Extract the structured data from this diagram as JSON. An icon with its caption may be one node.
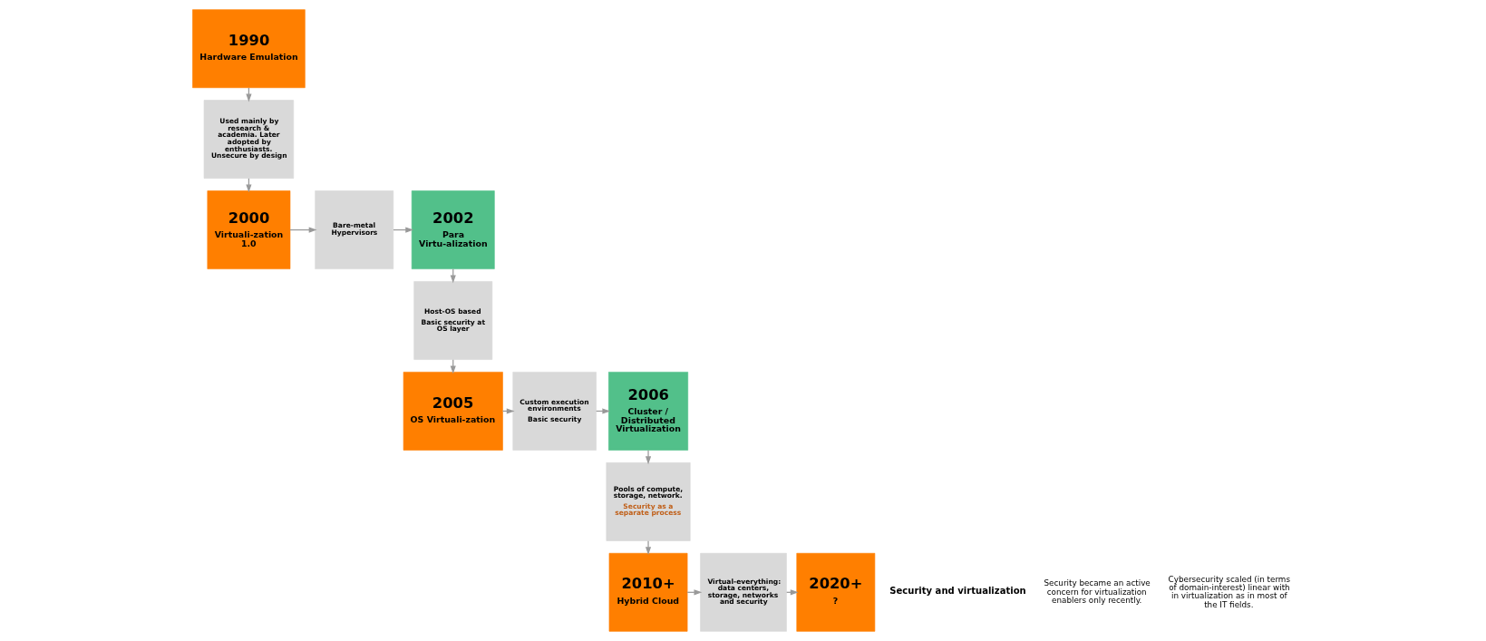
{
  "diagram": {
    "nodes": [
      {
        "text": [
          "1990",
          "Hardware Emulation"
        ]
      },
      {
        "text": [
          "Used mainly by research & academia. Later adopted by enthusiasts. Unsecure by design"
        ]
      },
      {
        "text": [
          "2000",
          "Virtuali-zation 1.0"
        ]
      },
      {
        "text": [
          "Bare-metal Hypervisors"
        ]
      },
      {
        "text": [
          "2002",
          "Para Virtu-alization"
        ]
      },
      {
        "text": [
          "Host-OS based",
          "Basic security at OS layer"
        ]
      },
      {
        "text": [
          "2005",
          "OS Virtuali-zation"
        ]
      },
      {
        "text": [
          "Custom execution environments",
          "Basic security"
        ]
      },
      {
        "text": [
          "2006",
          "Cluster / Distributed Virtualization"
        ]
      },
      {
        "text": [
          "Pools of compute, storage, network.",
          "Security as a separate process"
        ]
      },
      {
        "text": [
          "2010+",
          "Hybrid Cloud"
        ]
      },
      {
        "text": [
          "Virtual-everything: data centers, storage, networks and security"
        ]
      },
      {
        "text": [
          "2020+",
          "?"
        ]
      }
    ],
    "edges": [
      {
        "from": 0,
        "to": 1,
        "arrow": "to"
      },
      {
        "from": 1,
        "to": 2,
        "arrow": "to"
      },
      {
        "from": 2,
        "to": 3,
        "arrow": "to"
      },
      {
        "from": 3,
        "to": 4,
        "arrow": "to"
      },
      {
        "from": 4,
        "to": 5,
        "arrow": "to"
      },
      {
        "from": 5,
        "to": 6,
        "arrow": "to"
      },
      {
        "from": 6,
        "to": 7,
        "arrow": "to"
      },
      {
        "from": 7,
        "to": 8,
        "arrow": "to"
      },
      {
        "from": 8,
        "to": 9,
        "arrow": "to"
      },
      {
        "from": 9,
        "to": 10,
        "arrow": "to"
      },
      {
        "from": 10,
        "to": 11,
        "arrow": "to"
      },
      {
        "from": 11,
        "to": 12,
        "arrow": "to"
      }
    ],
    "labels": [
      "Security and virtualization",
      "Security became an active concern for virtualization enablers only recently.",
      "Cybersecurity scaled (in terms of domain-interest) linear with in virtualization as in most of the IT fields."
    ]
  }
}
